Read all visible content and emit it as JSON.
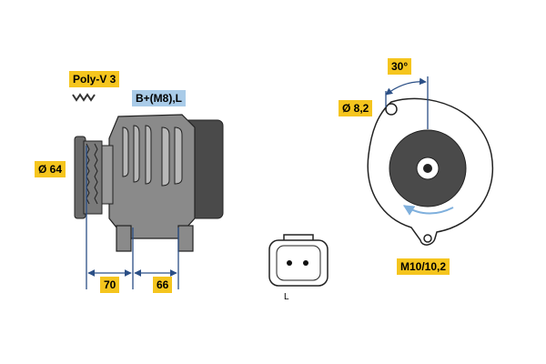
{
  "labels": {
    "pulley": "Poly-V 3",
    "terminal": "B+(M8),L",
    "pulley_diameter": "Ø 64",
    "dim_left": "70",
    "dim_right": "66",
    "hole_diameter": "Ø 8,2",
    "angle": "30°",
    "mount_bolt": "M10/10,2",
    "connector_pin": "L"
  },
  "colors": {
    "label_yellow": "#f5c51e",
    "label_blue": "#a9cbe8",
    "dimension_line": "#2b4f86",
    "body_gray": "#8a8a8a",
    "dark_gray": "#4a4a4a"
  }
}
